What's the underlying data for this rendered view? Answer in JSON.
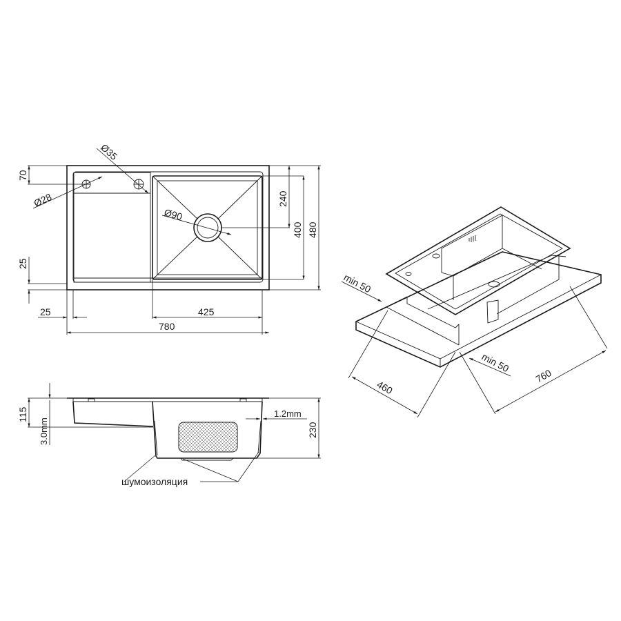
{
  "drawing": {
    "line_color": "#1a1a1a",
    "background": "#ffffff"
  },
  "top_view": {
    "hole_small": "Ø28",
    "hole_large": "Ø35",
    "drain": "Ø90",
    "dim_top_offset": "70",
    "dim_bottom_rim": "25",
    "dim_left_rim": "25",
    "dim_bowl_width": "425",
    "dim_total_width": "780",
    "dim_drain_offset": "240",
    "dim_bowl_length": "400",
    "dim_total_length": "480"
  },
  "side_view": {
    "dim_drainboard_depth": "115",
    "dim_thickness_top": "3.0mm",
    "dim_wall_thickness": "1.2mm",
    "dim_bowl_depth": "230",
    "insulation_label": "шумоизоляция"
  },
  "iso_view": {
    "min_margin_left": "min 50",
    "min_margin_right": "min 50",
    "cutout_depth": "460",
    "cutout_width": "760"
  }
}
